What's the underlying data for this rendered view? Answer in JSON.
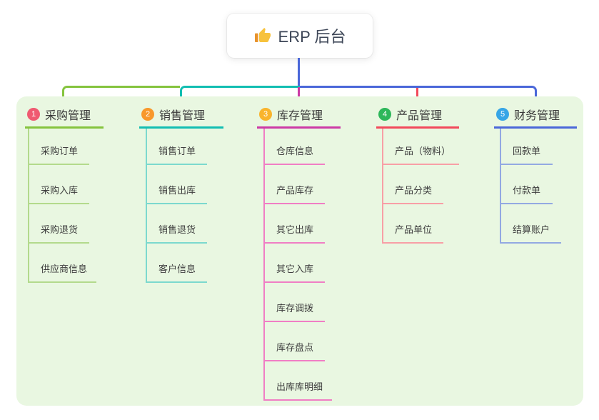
{
  "root": {
    "title": "ERP 后台",
    "icon": "thumbs-up",
    "connector_color": "#4a67d9"
  },
  "canvas": {
    "background": "#ffffff",
    "panel_background": "#e9f7e1"
  },
  "branches": [
    {
      "number": "1",
      "label": "采购管理",
      "colors": {
        "badge": "#ef5a71",
        "main": "#85c43e",
        "light": "#b3da8c"
      },
      "children": [
        "采购订单",
        "采购入库",
        "采购退货",
        "供应商信息"
      ]
    },
    {
      "number": "2",
      "label": "销售管理",
      "colors": {
        "badge": "#f8982b",
        "main": "#12beb2",
        "light": "#7cd9ce"
      },
      "children": [
        "销售订单",
        "销售出库",
        "销售退货",
        "客户信息"
      ]
    },
    {
      "number": "3",
      "label": "库存管理",
      "colors": {
        "badge": "#f9b42c",
        "main": "#cc3aa6",
        "light": "#f07ec4"
      },
      "children": [
        "仓库信息",
        "产品库存",
        "其它出库",
        "其它入库",
        "库存调拨",
        "库存盘点",
        "出库库明细"
      ]
    },
    {
      "number": "4",
      "label": "产品管理",
      "colors": {
        "badge": "#2db75a",
        "main": "#f2495b",
        "light": "#f89fa6"
      },
      "children": [
        "产品（物料）",
        "产品分类",
        "产品单位"
      ]
    },
    {
      "number": "5",
      "label": "财务管理",
      "colors": {
        "badge": "#36a5e6",
        "main": "#4a67d9",
        "light": "#93a9e2"
      },
      "children": [
        "回款单",
        "付款单",
        "结算账户"
      ]
    }
  ]
}
